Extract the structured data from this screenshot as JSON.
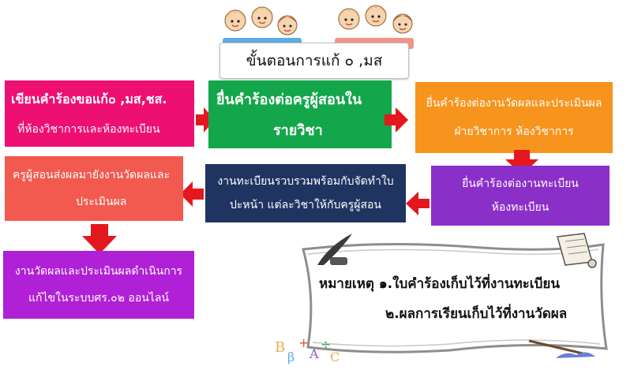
{
  "title": "ขั้นตอนการแก้ ๐ ,มส",
  "colors": {
    "pink": "#ee0f73",
    "green": "#13a64a",
    "orange": "#f7941d",
    "coral": "#f25a4f",
    "navy": "#1f3461",
    "purple": "#8b2fc9",
    "magenta": "#b020d6",
    "arrow": "#e3181e"
  },
  "steps": {
    "step1": {
      "line1": "เขียนคำร้องขอแก้๐ ,มส,ชส.",
      "line2": "ที่ห้องวิชาการและห้องทะเบียน"
    },
    "step2": {
      "line1": "ยื่นคำร้องต่อครูผู้สอนใน",
      "line2": "รายวิชา"
    },
    "step3": {
      "line1": "ยื่นคำร้องต่องานวัดผลและประเมินผล",
      "line2": "ฝ่ายวิชาการ ห้องวิชาการ"
    },
    "step4": {
      "line1": "ยื่นคำร้องต่องานทะเบียน",
      "line2": "ห้องทะเบียน"
    },
    "step5": {
      "line1": "งานทะเบียนรวบรวมพร้อมกับจัดทำใบ",
      "line2": "ปะหน้า แต่ละวิชาให้กับครูผู้สอน"
    },
    "step6": {
      "line1": "ครูผู้สอนส่งผลมายังงานวัดผลและ",
      "line2": "ประเมินผล"
    },
    "step7": {
      "line1": "งานวัดผลและประเมินผลดำเนินการ",
      "line2": "แก้ไขในระบบศร.๐๒ ออนไลน์"
    }
  },
  "note": {
    "line1": "หมายเหตุ ๑.ใบคำร้องเก็บไว้ที่งานทะเบียน",
    "line2": "๒.ผลการเรียนเก็บไว้ที่งานวัดผล"
  },
  "icons": [
    "children-icon",
    "arrow-right-icon",
    "arrow-down-icon",
    "arrow-left-icon",
    "quill-pen-icon",
    "scroll-icon",
    "math-symbols-icon"
  ]
}
